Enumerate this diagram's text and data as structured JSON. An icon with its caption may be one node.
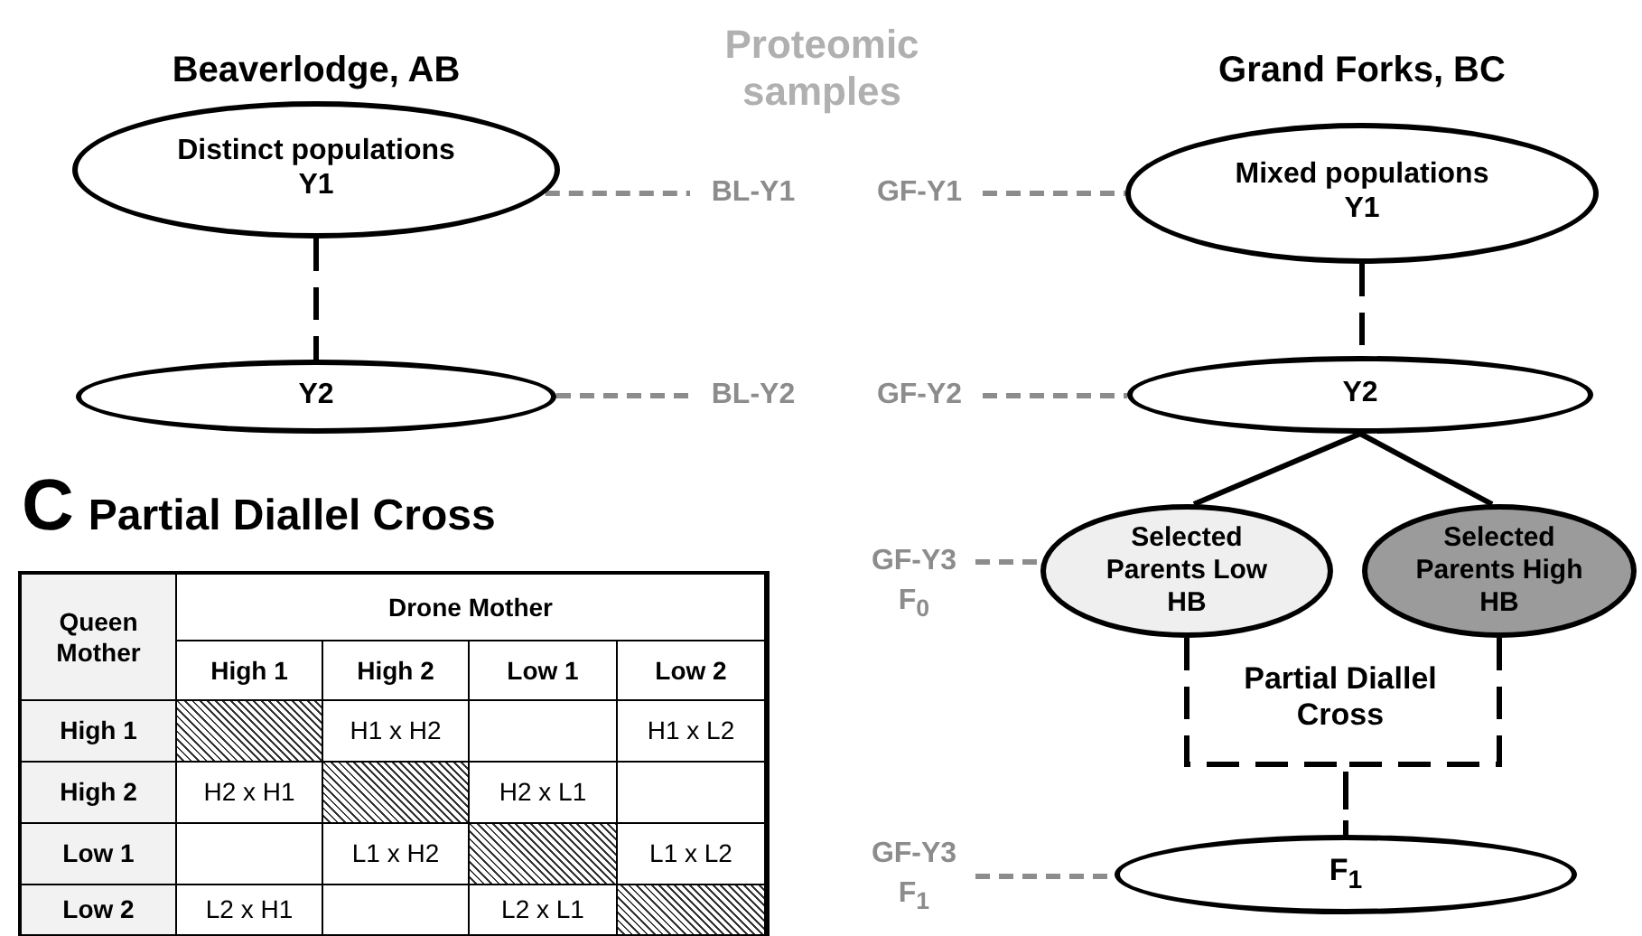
{
  "diagram": {
    "nodes": [
      {
        "text": [
          "Distinct populations Y1"
        ]
      },
      {
        "text": [
          "Y2"
        ]
      },
      {
        "text": [
          "BL-Y1"
        ]
      },
      {
        "text": [
          "BL-Y2"
        ]
      },
      {
        "text": [
          "GF-Y1"
        ]
      },
      {
        "text": [
          "Mixed populations Y1"
        ]
      },
      {
        "text": [
          "GF-Y2"
        ]
      },
      {
        "text": [
          "Y2"
        ]
      },
      {
        "text": [
          "GF-Y3 F$_{0}$"
        ]
      },
      {
        "text": [
          "Selected Parents Low HB"
        ]
      },
      {
        "text": [
          "Selected Parents High HB"
        ]
      },
      {
        "text": [
          "GF-Y3 F$_{1}$"
        ]
      },
      {
        "text": [
          "F$_{1}$"
        ]
      }
    ],
    "edges": [
      {
        "from": 0,
        "to": 1,
        "arrow": "none",
        "style": "dashed"
      },
      {
        "from": 0,
        "to": 2,
        "arrow": "none",
        "style": "dashed",
        "color": "#8c8c8c"
      },
      {
        "from": 1,
        "to": 3,
        "arrow": "none",
        "style": "dashed",
        "color": "#8c8c8c"
      },
      {
        "from": 4,
        "to": 5,
        "arrow": "none",
        "style": "dashed",
        "color": "#8c8c8c"
      },
      {
        "from": 6,
        "to": 7,
        "arrow": "none",
        "style": "dashed",
        "color": "#8c8c8c"
      },
      {
        "from": 5,
        "to": 7,
        "arrow": "none",
        "style": "dashed"
      },
      {
        "from": 7,
        "to": 9,
        "arrow": "none"
      },
      {
        "from": 7,
        "to": 10,
        "arrow": "none"
      },
      {
        "from": 8,
        "to": 9,
        "arrow": "none",
        "style": "dashed",
        "color": "#8c8c8c"
      },
      {
        "from": 9,
        "to": 12,
        "arrow": "none",
        "style": "dashed"
      },
      {
        "from": 10,
        "to": 12,
        "arrow": "none",
        "style": "dashed"
      },
      {
        "from": 11,
        "to": 12,
        "arrow": "none",
        "style": "dashed",
        "color": "#8c8c8c"
      }
    ],
    "labels": [
      "Proteomic samples",
      "Beaverlodge, AB",
      "Grand Forks, BC",
      "C",
      "Partial Diallel Cross",
      "Queen Mother",
      "Drone Mother",
      "High 1",
      "High 2",
      "Low 1",
      "Low 2",
      "High 1",
      "H1 x H2",
      "H1 x L2",
      "High 2",
      "H2 x H1",
      "H2 x L1",
      "Low 1",
      "L1 x H2",
      "L1 x L2",
      "Low 2",
      "L2 x H1",
      "L2 x L1",
      "Partial Diallel Cross"
    ]
  }
}
